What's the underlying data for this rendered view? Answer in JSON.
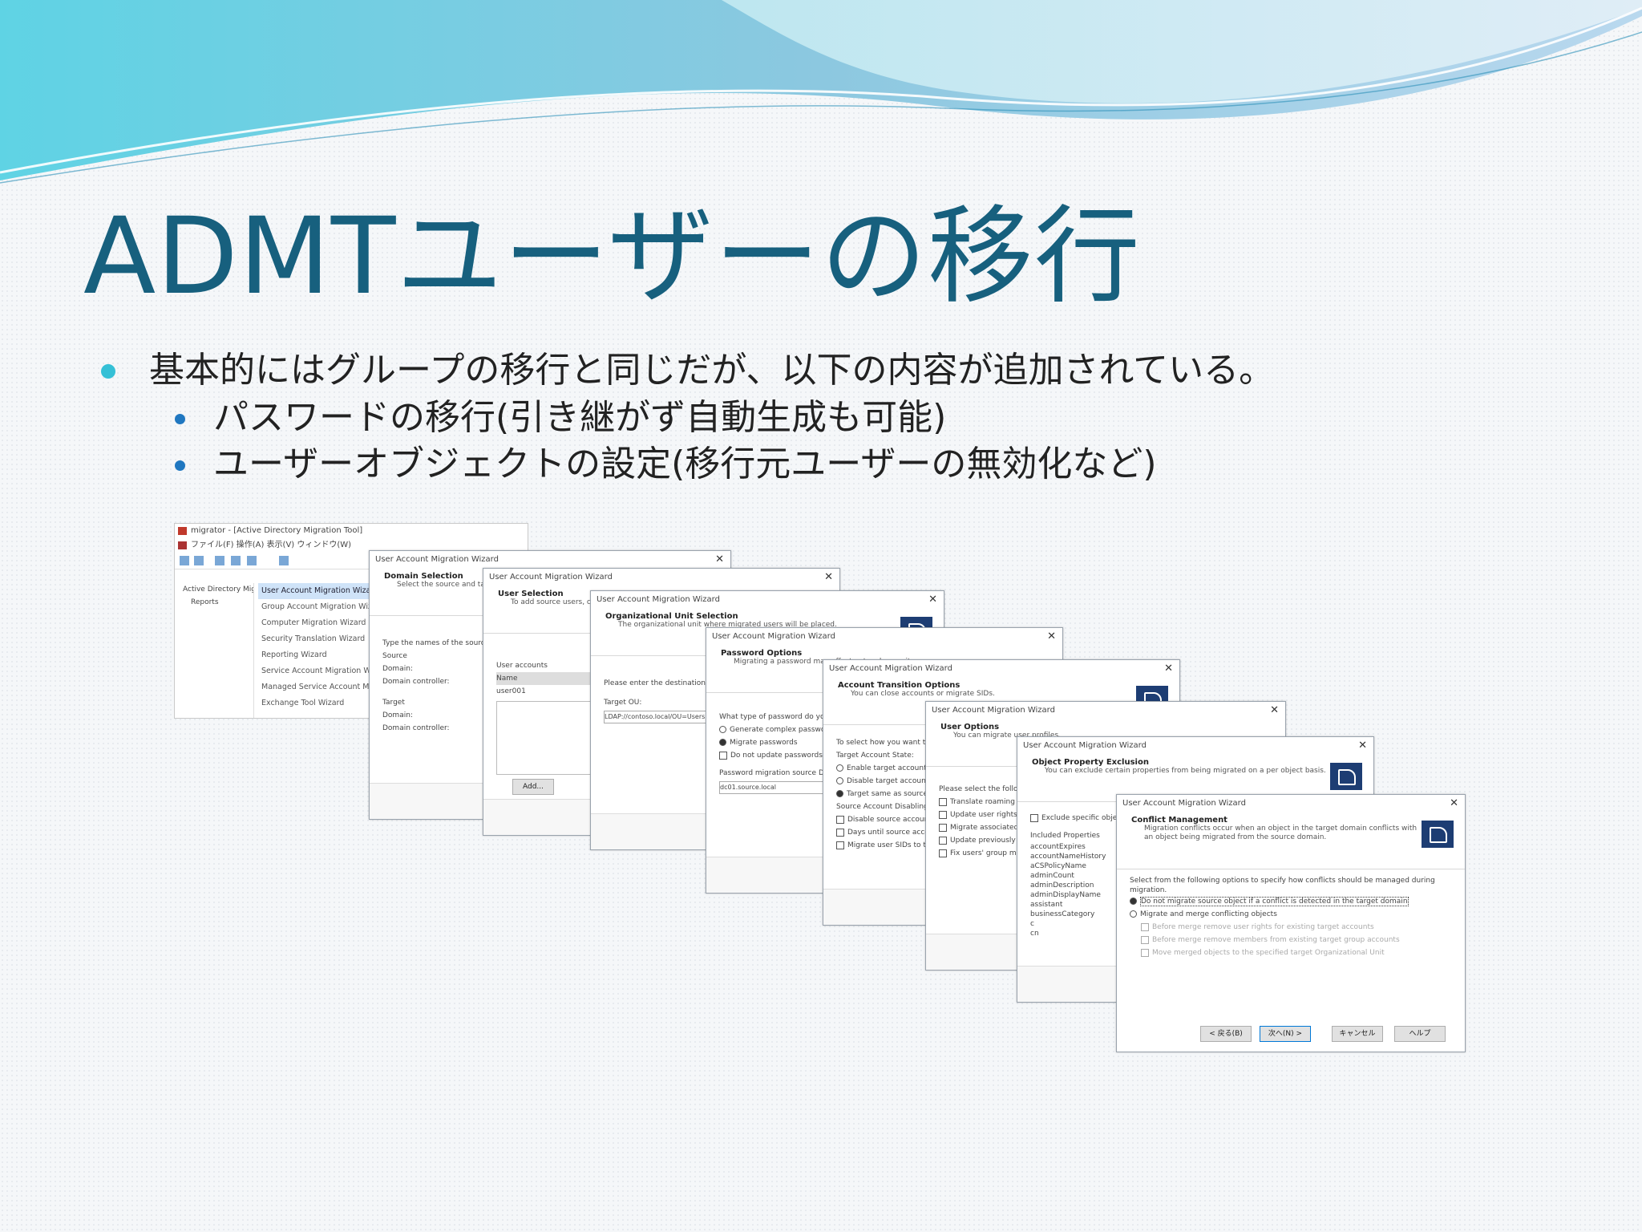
{
  "slide": {
    "title": "ADMTユーザーの移行",
    "bullet_main": "基本的にはグループの移行と同じだが、以下の内容が追加されている。",
    "sub_bullets": [
      "パスワードの移行(引き継がず自動生成も可能)",
      "ユーザーオブジェクトの設定(移行元ユーザーの無効化など)"
    ]
  },
  "mmc": {
    "title": "migrator - [Active Directory Migration Tool]",
    "menu": "ファイル(F)  操作(A)  表示(V)  ウィンドウ(W)",
    "tree": [
      "Active Directory Migration Tool",
      "Reports"
    ],
    "list": [
      "User Account Migration Wizard",
      "Group Account Migration Wizard",
      "Computer Migration Wizard",
      "Security Translation Wizard",
      "Reporting Wizard",
      "Service Account Migration Wizard",
      "Managed Service Account Migration Wizard",
      "Exchange Tool Wizard"
    ]
  },
  "wizards": [
    {
      "title": "User Account Migration Wizard",
      "heading": "Domain Selection",
      "sub": "Select the source and target domain.",
      "body": [
        "Type the names of the source and target domains.",
        "Source",
        "Domain:",
        "Domain controller:",
        "Target",
        "Domain:",
        "Domain controller:"
      ]
    },
    {
      "title": "User Account Migration Wizard",
      "heading": "User Selection",
      "sub": "To add source users, click Add.",
      "body": [
        "User accounts",
        "Name",
        "user001"
      ],
      "button": "Add..."
    },
    {
      "title": "User Account Migration Wizard",
      "heading": "Organizational Unit Selection",
      "sub": "The organizational unit where migrated users will be placed.",
      "body": [
        "Please enter the destination OU.",
        "Target OU:",
        "LDAP://contoso.local/OU=Users"
      ]
    },
    {
      "title": "User Account Migration Wizard",
      "heading": "Password Options",
      "sub": "Migrating a password may affect network security.",
      "body": [
        "What type of password do you want to assign?",
        "Generate complex passwords",
        "Migrate passwords",
        "Do not update passwords for existing users",
        "Password migration source DC:",
        "dc01.source.local"
      ]
    },
    {
      "title": "User Account Migration Wizard",
      "heading": "Account Transition Options",
      "sub": "You can close accounts or migrate SIDs.",
      "body": [
        "To select how you want to handle accounts:",
        "Target Account State:",
        "Enable target accounts",
        "Disable target accounts",
        "Target same as source",
        "Source Account Disabling Options:",
        "Disable source accounts",
        "Days until source accounts expire:",
        "Migrate user SIDs to target domain"
      ]
    },
    {
      "title": "User Account Migration Wizard",
      "heading": "User Options",
      "sub": "You can migrate user profiles.",
      "body": [
        "Please select the following options:",
        "Translate roaming profiles",
        "Update user rights",
        "Migrate associated user groups",
        "Update previously migrated objects",
        "Fix users' group memberships"
      ]
    },
    {
      "title": "User Account Migration Wizard",
      "heading": "Object Property Exclusion",
      "sub": "You can exclude certain properties from being migrated on a per object basis.",
      "body": [
        "Exclude specific object properties from migration",
        "Included Properties",
        "accountExpires",
        "accountNameHistory",
        "aCSPolicyName",
        "adminCount",
        "adminDescription",
        "adminDisplayName",
        "assistant",
        "businessCategory",
        "c",
        "cn"
      ]
    },
    {
      "title": "User Account Migration Wizard",
      "heading": "Conflict Management",
      "sub": "Migration conflicts occur when an object in the target domain conflicts with an object being migrated from the source domain.",
      "body": [
        "Select from the following options to specify how conflicts should be managed during migration.",
        "Do not migrate source object if a conflict is detected in the target domain",
        "Migrate and merge conflicting objects",
        "Before merge remove user rights for existing target accounts",
        "Before merge remove members from existing target group accounts",
        "Move merged objects to the specified target Organizational Unit"
      ],
      "buttons": [
        "< 戻る(B)",
        "次へ(N) >",
        "キャンセル",
        "ヘルプ"
      ]
    }
  ]
}
